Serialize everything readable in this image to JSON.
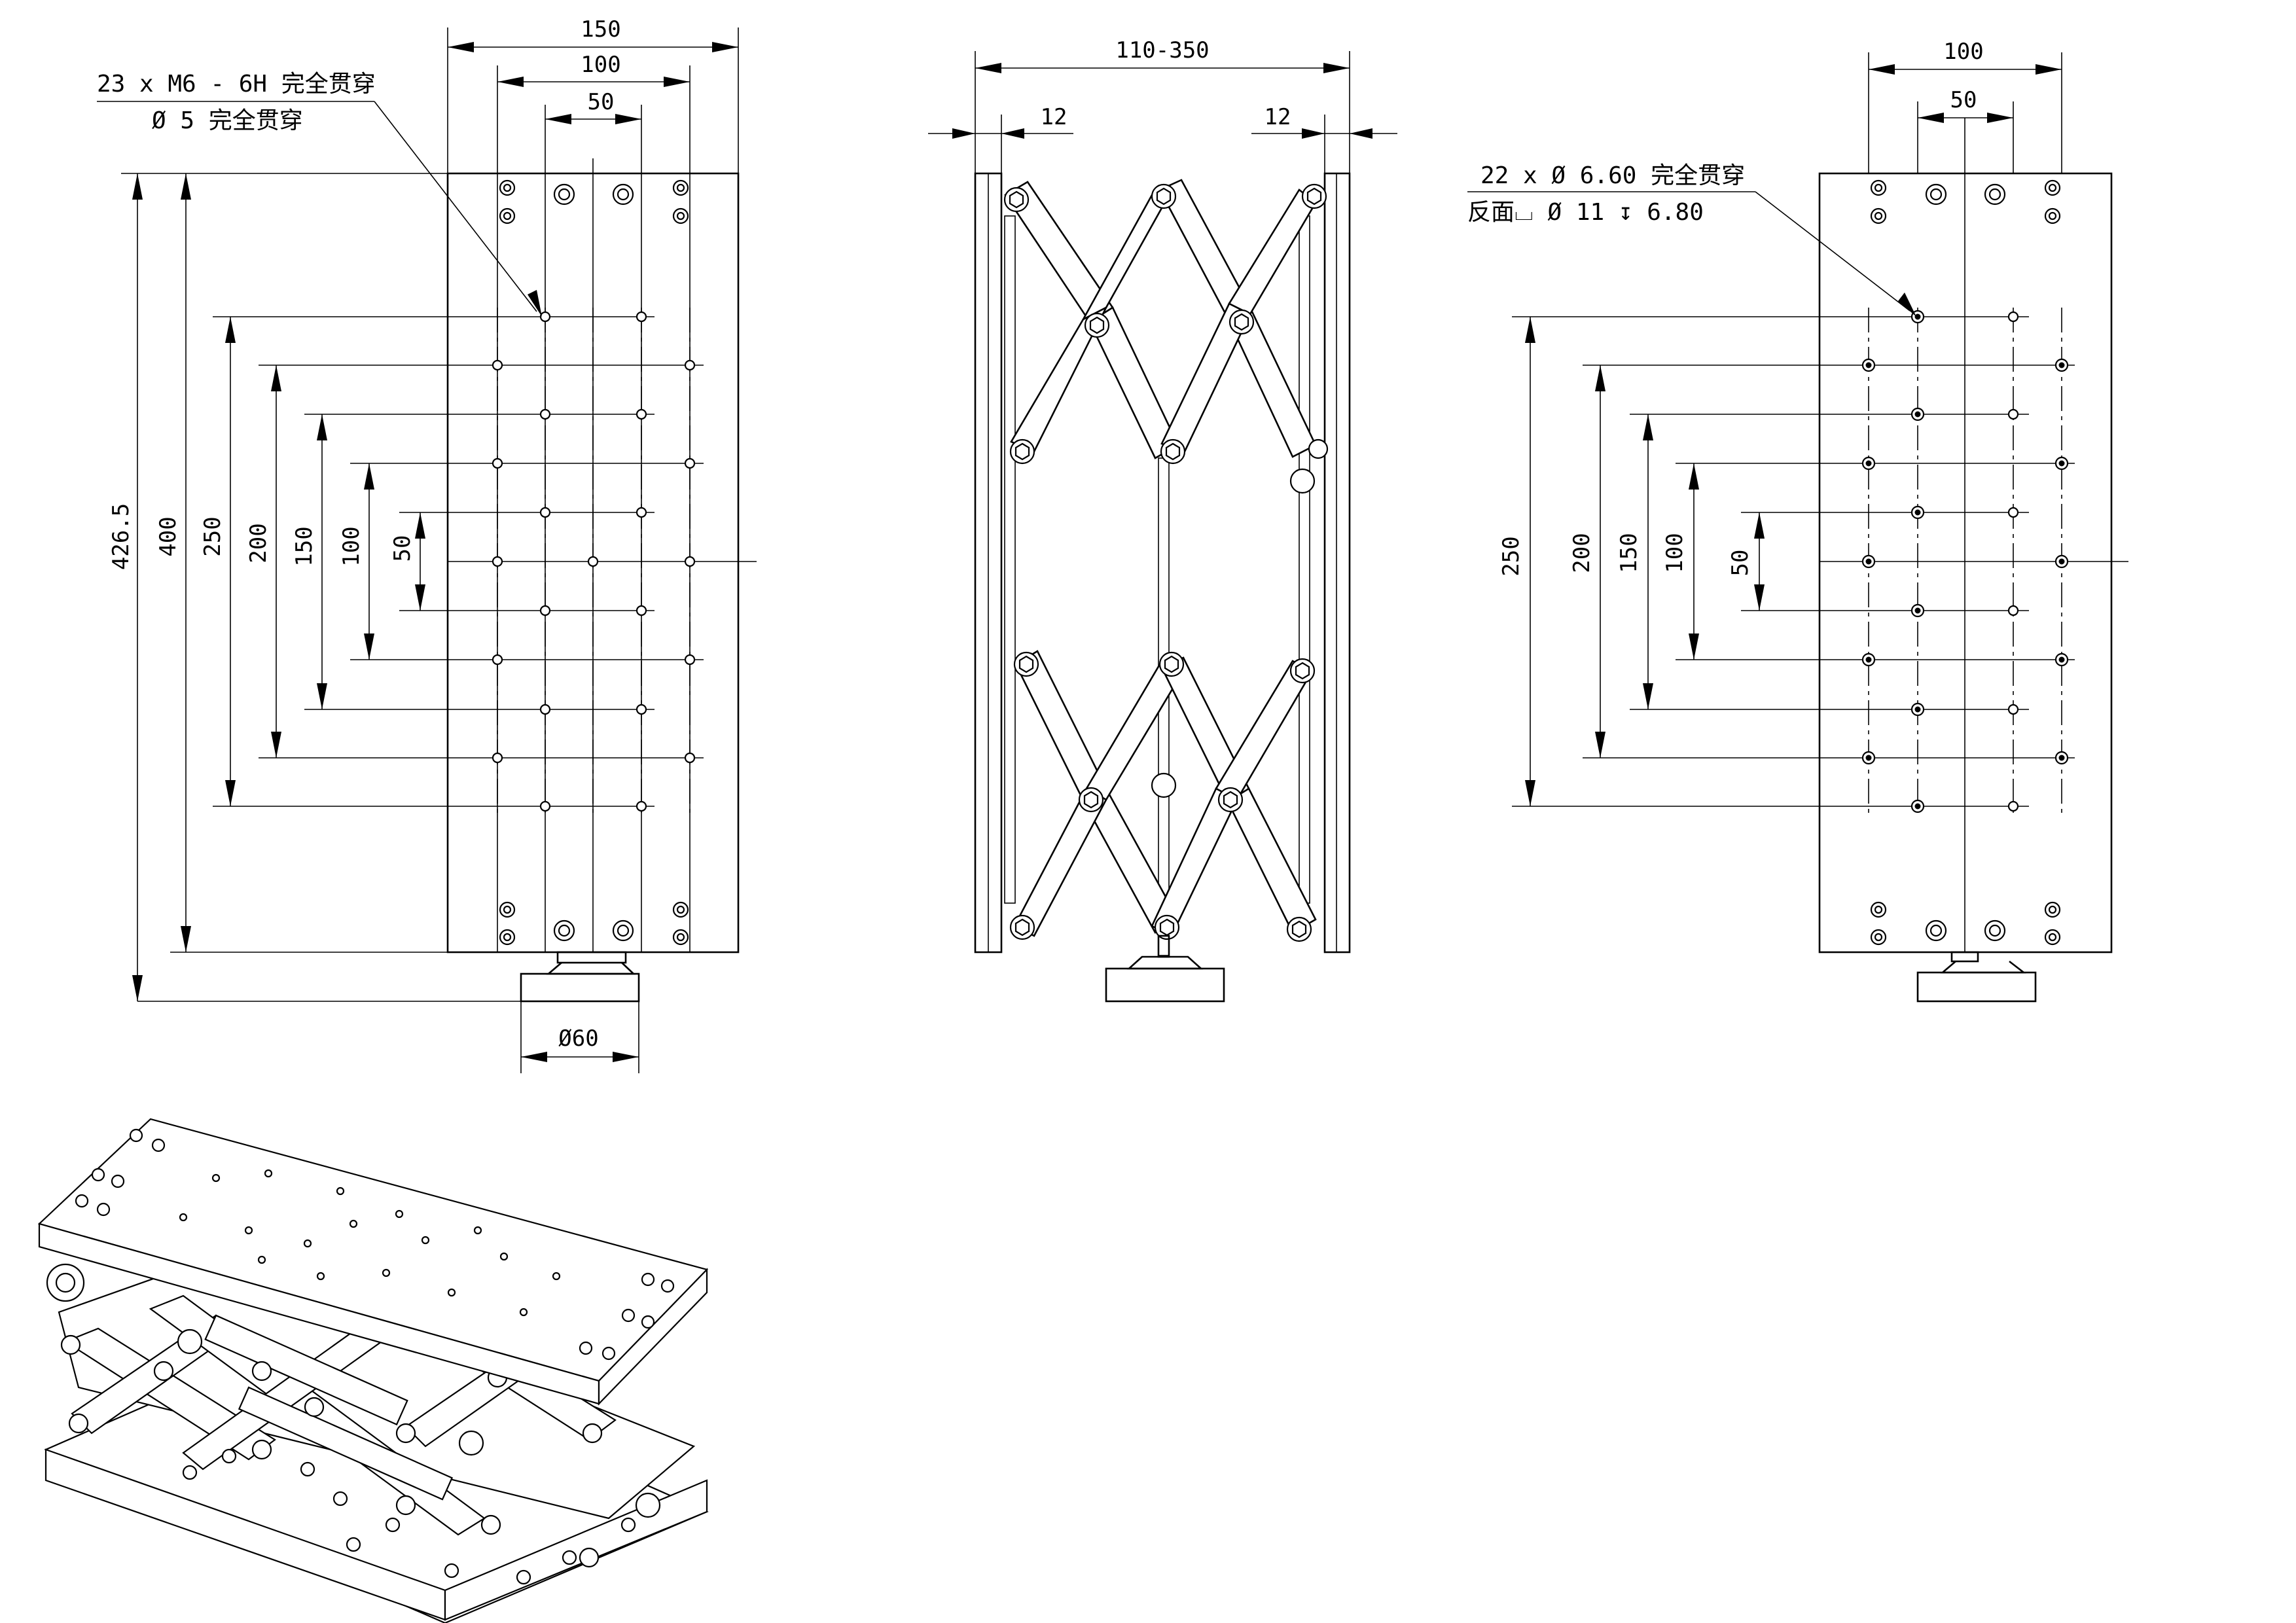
{
  "front_view": {
    "dims": {
      "w150": "150",
      "w100": "100",
      "w50": "50",
      "h426": "426.5",
      "h400": "400",
      "h250": "250",
      "h200": "200",
      "h150": "150",
      "h100": "100",
      "h50": "50",
      "foot": "Ø60"
    },
    "note_line1": "23 x  M6 - 6H 完全贯穿",
    "note_line2": "Ø 5 完全贯穿"
  },
  "side_view": {
    "dims": {
      "range": "110-350",
      "left_plate": "12",
      "right_plate": "12"
    }
  },
  "back_view": {
    "dims": {
      "w100": "100",
      "w50": "50",
      "h250": "250",
      "h200": "200",
      "h150": "150",
      "h100": "100",
      "h50": "50"
    },
    "note_line1": "22 x  Ø 6.60 完全贯穿",
    "note_line2": "反面⌴  Ø 11 ↧ 6.80"
  }
}
